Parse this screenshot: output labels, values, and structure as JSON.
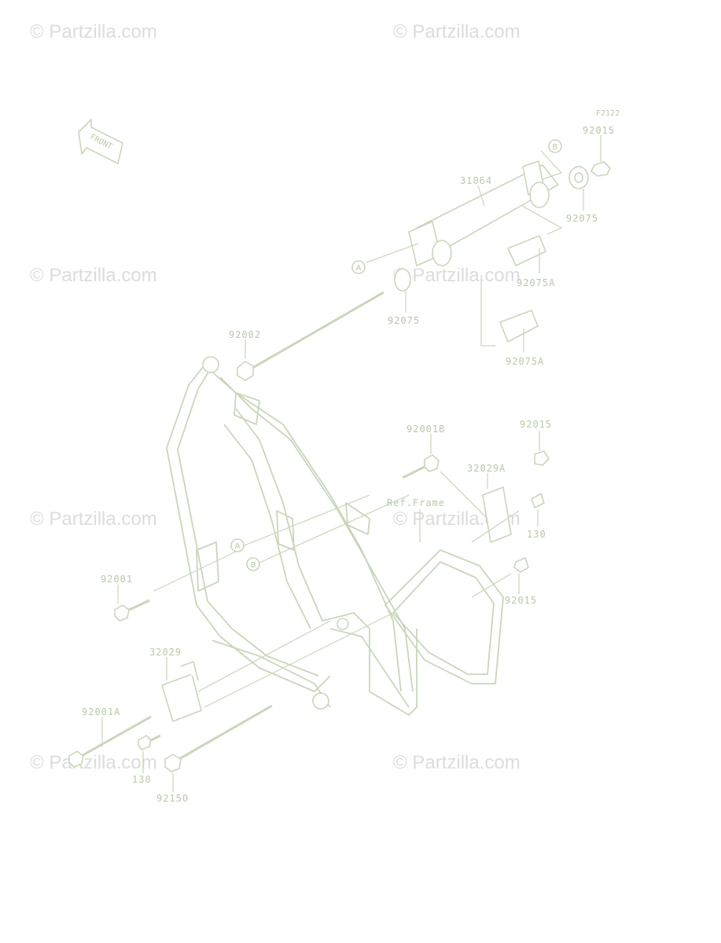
{
  "watermarks": [
    {
      "text": "© Partzilla.com"
    },
    {
      "text": "© Partzilla.com"
    },
    {
      "text": "© Partzilla.com"
    },
    {
      "text": "© Partzilla.com"
    },
    {
      "text": "© Partzilla.com"
    },
    {
      "text": "© Partzilla.com"
    },
    {
      "text": "© Partzilla.com"
    },
    {
      "text": "© Partzilla.com"
    }
  ],
  "figure_code": "F2122",
  "front_label": "FRONT",
  "ref_label": "Ref.Frame",
  "markers": {
    "a": "A",
    "b": "B"
  },
  "parts": [
    {
      "number": "92015"
    },
    {
      "number": "31064"
    },
    {
      "number": "92075"
    },
    {
      "number": "92075A"
    },
    {
      "number": "92075"
    },
    {
      "number": "92075A"
    },
    {
      "number": "92002"
    },
    {
      "number": "92001B"
    },
    {
      "number": "92015"
    },
    {
      "number": "32029A"
    },
    {
      "number": "130"
    },
    {
      "number": "92015"
    },
    {
      "number": "92001"
    },
    {
      "number": "32029"
    },
    {
      "number": "92001A"
    },
    {
      "number": "130"
    },
    {
      "number": "92150"
    }
  ],
  "colors": {
    "line": "#c9d6bb",
    "label": "#b8c9a8",
    "watermark": "#dcdcdc",
    "background": "#ffffff"
  }
}
